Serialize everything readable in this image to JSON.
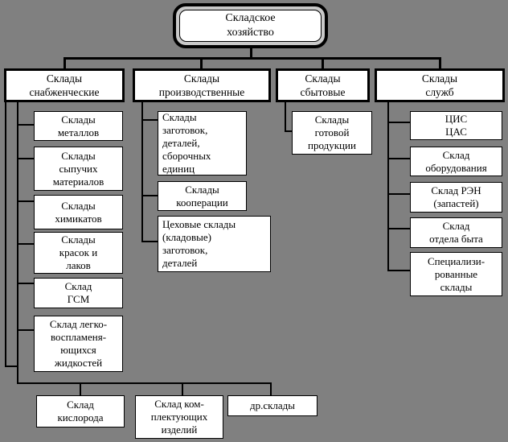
{
  "colors": {
    "background": "#808080",
    "node_fill": "#ffffff",
    "line": "#000000",
    "root_ring": "#c9c9c9"
  },
  "diagram": {
    "root": {
      "label": "Складское\nхозяйство"
    },
    "branches": {
      "supply": {
        "label": "Склады\nснабженческие",
        "children": [
          {
            "label": "Склады\nметаллов"
          },
          {
            "label": "Склады\nсыпучих\nматериалов"
          },
          {
            "label": "Склады\nхимикатов"
          },
          {
            "label": "Склады\nкрасок и\nлаков"
          },
          {
            "label": "Склад\nГСМ"
          },
          {
            "label": "Склад легко-\nвоспламеня-\nющихся\nжидкостей"
          }
        ]
      },
      "production": {
        "label": "Склады\nпроизводственные",
        "children": [
          {
            "label": "Склады\nзаготовок,\nдеталей,\nсборочных\nединиц"
          },
          {
            "label": "Склады\nкооперации"
          },
          {
            "label": "Цеховые склады\n(кладовые)\nзаготовок,\nдеталей"
          }
        ]
      },
      "sales": {
        "label": "Склады\nсбытовые",
        "children": [
          {
            "label": "Склады\nготовой\nпродукции"
          }
        ]
      },
      "services": {
        "label": "Склады\nслужб",
        "children": [
          {
            "label": "ЦИС\nЦАС"
          },
          {
            "label": "Склад\nоборудования"
          },
          {
            "label": "Склад РЭН\n(запастей)"
          },
          {
            "label": "Склад\nотдела быта"
          },
          {
            "label": "Специализи-\nрованные\nсклады"
          }
        ]
      }
    },
    "bottom_row": [
      {
        "label": "Склад\nкислорода"
      },
      {
        "label": "Склад ком-\nплектующих\nизделий"
      },
      {
        "label": "др.склады"
      }
    ]
  }
}
